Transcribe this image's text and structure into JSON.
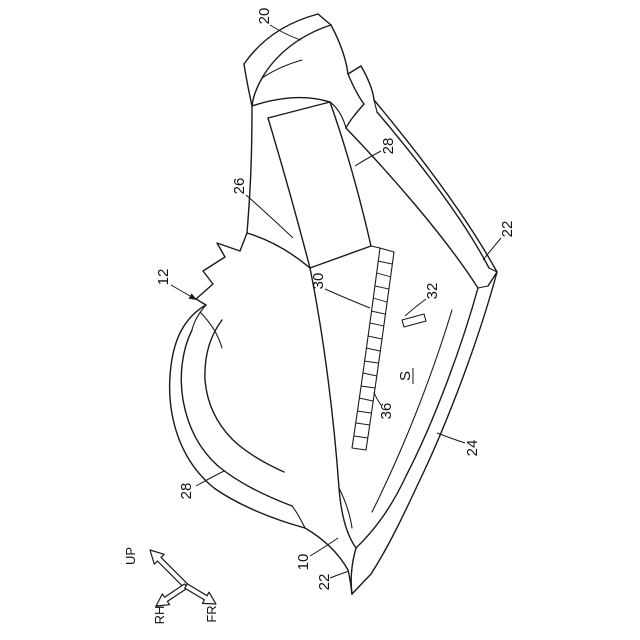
{
  "figure": {
    "kind": "patent-line-drawing",
    "colors": {
      "line": "#1a1a1a",
      "background": "#ffffff"
    },
    "reference_labels": {
      "r20": "20",
      "r28_upper": "28",
      "r26": "26",
      "r22_upper": "22",
      "r12": "12",
      "r30": "30",
      "r32": "32",
      "r36": "36",
      "r24": "24",
      "r28_lower": "28",
      "r10": "10",
      "r22_lower": "22",
      "rS": "S"
    },
    "axis_indicator": {
      "up": "UP",
      "rh": "RH",
      "fr": "FR"
    }
  }
}
